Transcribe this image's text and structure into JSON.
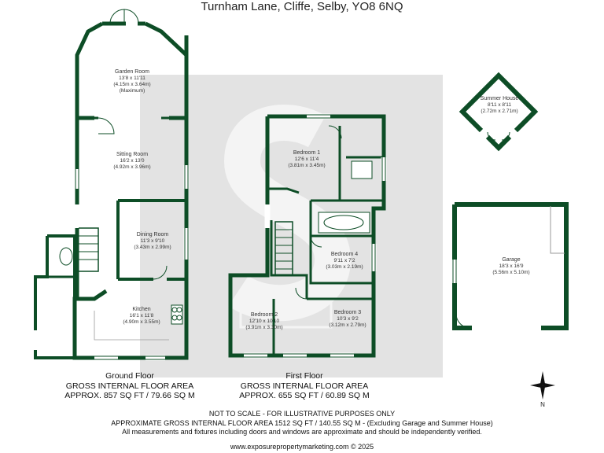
{
  "title": "Turnham Lane, Cliffe, Selby, YO8 6NQ",
  "colors": {
    "wall": "#0d4d26",
    "window": "#ffffff",
    "watermark": "#e3e3e3",
    "text": "#222222"
  },
  "rooms": [
    {
      "key": "garden",
      "name": "Garden Room",
      "dims": "13'8 x 11'11",
      "metric": "(4.15m x 3.64m)",
      "note": "(Maximum)"
    },
    {
      "key": "sitting",
      "name": "Sitting Room",
      "dims": "16'2 x 13'0",
      "metric": "(4.92m x 3.96m)"
    },
    {
      "key": "dining",
      "name": "Dining Room",
      "dims": "11'3 x 9'10",
      "metric": "(3.43m x 2.99m)"
    },
    {
      "key": "kitchen",
      "name": "Kitchen",
      "dims": "16'1 x 11'8",
      "metric": "(4.90m x 3.55m)"
    },
    {
      "key": "bed1",
      "name": "Bedroom 1",
      "dims": "12'6 x 11'4",
      "metric": "(3.81m x 3.45m)"
    },
    {
      "key": "bed4",
      "name": "Bedroom 4",
      "dims": "9'11 x 7'2",
      "metric": "(3.03m x 2.19m)"
    },
    {
      "key": "bed2",
      "name": "Bedroom 2",
      "dims": "12'10 x 10'10",
      "metric": "(3.91m x 3.30m)"
    },
    {
      "key": "bed3",
      "name": "Bedroom 3",
      "dims": "10'3 x 9'2",
      "metric": "(3.12m x 2.79m)"
    },
    {
      "key": "summer",
      "name": "Summer House",
      "dims": "8'11 x 8'11",
      "metric": "(2.72m x 2.71m)"
    },
    {
      "key": "garage",
      "name": "Garage",
      "dims": "18'3 x 16'9",
      "metric": "(5.56m x 5.10m)"
    }
  ],
  "floors": {
    "ground": {
      "name": "Ground Floor",
      "label": "GROSS INTERNAL FLOOR AREA",
      "area": "APPROX. 857 SQ FT / 79.66 SQ M"
    },
    "first": {
      "name": "First Floor",
      "label": "GROSS INTERNAL FLOOR AREA",
      "area": "APPROX. 655 SQ FT / 60.89 SQ M"
    }
  },
  "footer": {
    "line1": "NOT TO SCALE - FOR ILLUSTRATIVE PURPOSES ONLY",
    "line2": "APPROXIMATE GROSS INTERNAL FLOOR AREA 1512 SQ FT / 140.55 SQ M - (Excluding Garage and Summer House)",
    "line3": "All measurements and fixtures including doors and windows are approximate and should be independently verified.",
    "website": "www.exposurepropertymarketing.com © 2025"
  },
  "compass": {
    "label": "N",
    "icon": "north-arrow-icon"
  },
  "watermark_icon": "s-logo-icon"
}
